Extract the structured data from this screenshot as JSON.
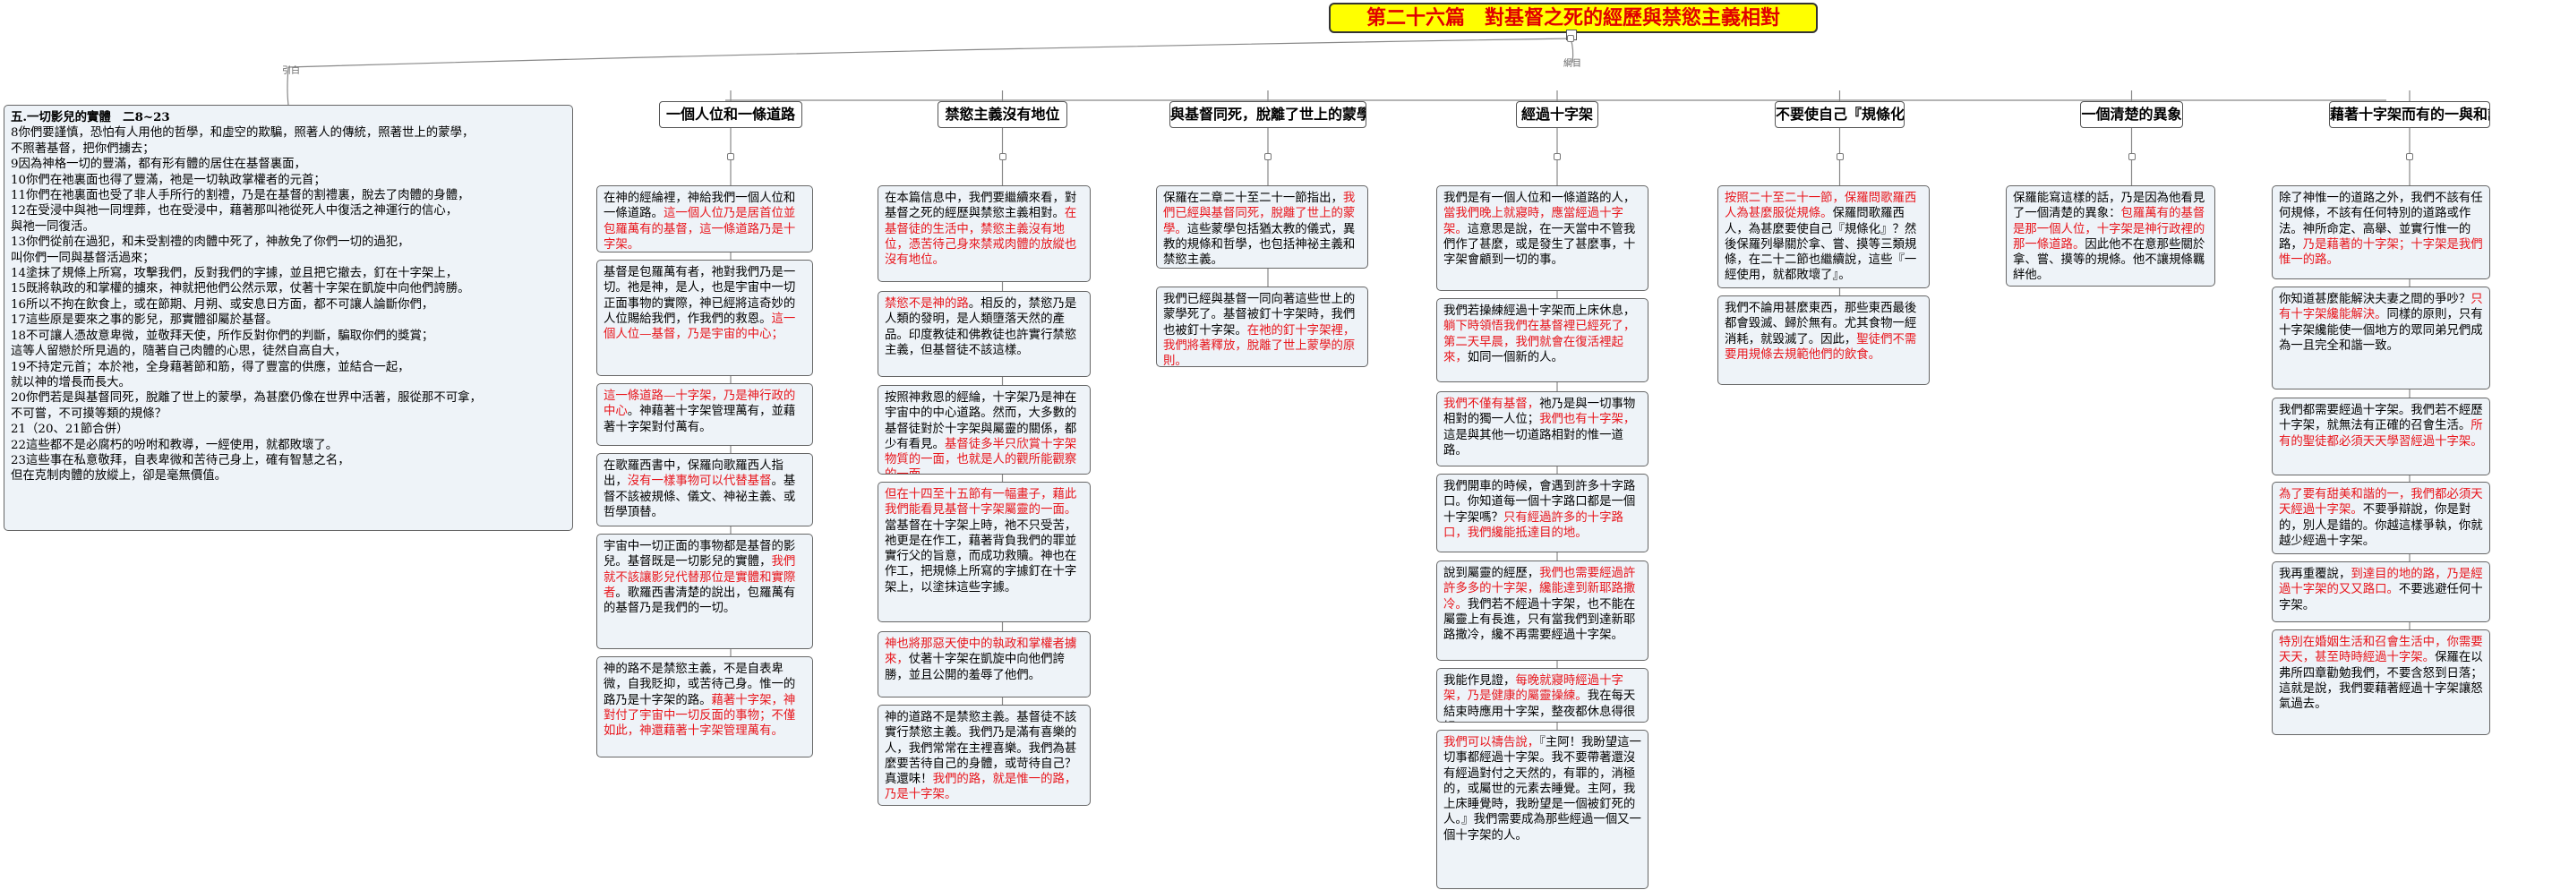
{
  "root": {
    "title": "第二十六篇　對基督之死的經歷與禁慾主義相對"
  },
  "labels": {
    "left": "引白",
    "right": "綱目"
  },
  "intro": {
    "title": "五.一切影兒的實體　二8~23",
    "lines": [
      "8你們要謹慎，恐怕有人用他的哲學，和虛空的欺騙，照著人的傳統，照著世上的蒙學，",
      "不照著基督，把你們擄去；",
      "9因為神格一切的豐滿，都有形有體的居住在基督裏面，",
      "10你們在祂裏面也得了豐滿，祂是一切執政掌權者的元首；",
      "11你們在祂裏面也受了非人手所行的割禮，乃是在基督的割禮裏，脫去了肉體的身體，",
      "12在受浸中與祂一同埋葬，也在受浸中，藉著那叫祂從死人中復活之神運行的信心，",
      "與祂一同復活。",
      "13你們從前在過犯，和未受割禮的肉體中死了，神赦免了你們一切的過犯，",
      "叫你們一同與基督活過來；",
      "14塗抹了規條上所寫，攻擊我們，反對我們的字據，並且把它撤去，釘在十字架上，",
      "15既將執政的和掌權的擄來，神就把他們公然示眾，仗著十字架在凱旋中向他們誇勝。",
      "16所以不拘在飲食上，或在節期、月朔、或安息日方面，都不可讓人論斷你們，",
      "17這些原是要來之事的影兒，那實體卻屬於基督。",
      "18不可讓人憑故意卑微，並敬拜天使，所作反對你們的判斷，騙取你們的獎賞；",
      "這等人留戀於所見過的，隨著自己肉體的心思，徒然自高自大，",
      "19不持定元首；本於祂，全身藉著節和筋，得了豐富的供應，並結合一起，",
      "就以神的增長而長大。",
      "20你們若是與基督同死，脫離了世上的蒙學，為甚麼仍像在世界中活著，服從那不可拿，",
      "不可嘗，不可摸等類的規條？",
      "21（20、21節合併）",
      "22這些都不是必腐朽的吩咐和教導，一經使用，就都敗壞了。",
      "23這些事在私意敬拜，自表卑微和苦待己身上，確有智慧之名，",
      "但在克制肉體的放縱上，卻是毫無價值。"
    ]
  },
  "columns": [
    {
      "header": "一個人位和一條道路",
      "boxes": [
        [
          {
            "t": "在神的經綸裡，神給我們一個人位和一條道路。"
          },
          {
            "t": "這一個人位乃是居首位並包羅萬有的基督，這一條道路乃是十字架。",
            "r": true
          }
        ],
        [
          {
            "t": "基督是包羅萬有者，祂對我們乃是一切。祂是神，是人，也是宇宙中一切正面事物的實際，神已經將這奇妙的人位賜給我們，作我們的救恩。"
          },
          {
            "t": "這一個人位—基督，乃是宇宙的中心；",
            "r": true
          }
        ],
        [
          {
            "t": "這一條道路—十字架，乃是神行政的中心",
            "r": true
          },
          {
            "t": "。神藉著十字架管理萬有，並藉著十字架對付萬有。"
          }
        ],
        [
          {
            "t": "在歌羅西書中，保羅向歌羅西人指出，"
          },
          {
            "t": "沒有一樣事物可以代替基督",
            "r": true
          },
          {
            "t": "。基督不該被規條、儀文、神祕主義、或哲學頂替。"
          }
        ],
        [
          {
            "t": "宇宙中一切正面的事物都是基督的影兒。基督既是一切影兒的實體，"
          },
          {
            "t": "我們就不該讓影兒代替那位是實體和實際者",
            "r": true
          },
          {
            "t": "。歌羅西書清楚的說出，包羅萬有的基督乃是我們的一切。"
          }
        ],
        [
          {
            "t": "神的路不是禁慾主義，不是自表卑微，自我貶抑，或苦待己身。惟一的路乃是十字架的路。"
          },
          {
            "t": "藉著十字架，神對付了宇宙中一切反面的事物；不僅如此，神還藉著十字架管理萬有。",
            "r": true
          }
        ]
      ]
    },
    {
      "header": "禁慾主義沒有地位",
      "boxes": [
        [
          {
            "t": "在本篇信息中，我們要繼續來看，對基督之死的經歷與禁慾主義相對。"
          },
          {
            "t": "在基督徒的生活中，禁慾主義沒有地位，憑苦待己身來禁戒肉體的放縱也沒有地位。",
            "r": true
          }
        ],
        [
          {
            "t": "禁慾不是神的路",
            "r": true
          },
          {
            "t": "。相反的，禁慾乃是人類的發明，是人類墮落天然的產品。印度教徒和佛教徒也許實行禁慾主義，但基督徒不該這樣。"
          }
        ],
        [
          {
            "t": "按照神救恩的經綸，十字架乃是神在宇宙中的中心道路。然而，大多數的基督徒對於十字架與屬靈的關係，都少有看見。"
          },
          {
            "t": "基督徒多半只欣賞十字架物質的一面，也就是人的觀所能觀察的一面。",
            "r": true
          }
        ],
        [
          {
            "t": "但在十四至十五節有一幅畫子，藉此我們能看見基督十字架屬靈的一面。",
            "r": true
          },
          {
            "t": "當基督在十字架上時，祂不只受苦，祂更是在作工，藉著背負我們的罪並實行父的旨意，而成功救贖。神也在作工，把規條上所寫的字據釘在十字架上，以塗抹這些字據。"
          }
        ],
        [
          {
            "t": "神也將那惡天使中的執政和掌權者擄來，",
            "r": true
          },
          {
            "t": "仗著十字架在凱旋中向他們誇勝，並且公開的羞辱了他們。"
          }
        ],
        [
          {
            "t": "神的道路不是禁慾主義。基督徒不該實行禁慾主義。我們乃是滿有喜樂的人，我們常常在主裡喜樂。我們為甚麼要苦待自己的身體，或苛待自己？真還味！"
          },
          {
            "t": "我們的路，就是惟一的路，乃是十字架。",
            "r": true
          }
        ]
      ]
    },
    {
      "header": "與基督同死，脫離了世上的蒙學",
      "boxes": [
        [
          {
            "t": "保羅在二章二十至二十一節指出，"
          },
          {
            "t": "我們已經與基督同死，脫離了世上的蒙學。",
            "r": true
          },
          {
            "t": "這些蒙學包括猶太教的儀式，異教的規條和哲學，也包括神祕主義和禁慾主義。"
          }
        ],
        [
          {
            "t": "我們已經與基督一同向著這些世上的蒙學死了。基督被釘十字架時，我們也被釘十字架。"
          },
          {
            "t": "在祂的釘十字架裡，我們將著釋放，脫離了世上蒙學的原則。",
            "r": true
          }
        ]
      ]
    },
    {
      "header": "經過十字架",
      "boxes": [
        [
          {
            "t": "我們是有一個人位和一條道路的人，"
          },
          {
            "t": "當我們晚上就寢時，應當經過十字架。",
            "r": true
          },
          {
            "t": "這意思是說，在一天當中不管我們作了甚麼，或是發生了甚麼事，十字架會顧到一切的事。"
          }
        ],
        [
          {
            "t": "我們若操練經過十字架而上床休息，"
          },
          {
            "t": "躺下時領悟我們在基督裡已經死了，第二天早晨，我們就會在復活裡起來，",
            "r": true
          },
          {
            "t": "如同一個新的人。"
          }
        ],
        [
          {
            "t": "我們不僅有基督，",
            "r": true
          },
          {
            "t": "祂乃是與一切事物相對的獨一人位；"
          },
          {
            "t": "我們也有十字架，",
            "r": true
          },
          {
            "t": "這是與其他一切道路相對的惟一道路。"
          }
        ],
        [
          {
            "t": "我們開車的時候，會遇到許多十字路口。你知道每一個十字路口都是一個十字架嗎？"
          },
          {
            "t": "只有經過許多的十字路口，我們纔能抵達目的地。",
            "r": true
          }
        ],
        [
          {
            "t": "說到屬靈的經歷，"
          },
          {
            "t": "我們也需要經過許許多多的十字架，纔能達到新耶路撒冷。",
            "r": true
          },
          {
            "t": "我們若不經過十字架，也不能在屬靈上有長進，只有當我們到達新耶路撒冷，纔不再需要經過十字架。"
          }
        ],
        [
          {
            "t": "我能作見證，"
          },
          {
            "t": "每晚就寢時經過十字架，乃是健康的屬靈操練。",
            "r": true
          },
          {
            "t": "我在每天結束時應用十字架，整夜都休息得很好。"
          }
        ],
        [
          {
            "t": "我們可以禱告說，",
            "r": true
          },
          {
            "t": "『主阿！我盼望這一切事都經過十字架。我不要帶著還沒有經過對付之天然的，有罪的，消極的，或屬世的元素去睡覺。主阿，我上床睡覺時，我盼望是一個被釘死的人。』我們需要成為那些經過一個又一個十字架的人。"
          }
        ]
      ]
    },
    {
      "header": "不要使自己『規條化』",
      "boxes": [
        [
          {
            "t": "按照二十至二十一節，保羅問歌羅西人為甚麼服從規條。",
            "r": true
          },
          {
            "t": "保羅問歌羅西人，為甚麼要使自己『規條化』？然後保羅列舉關於拿、嘗、摸等三類規條，在二十二節也繼續說，這些『一經使用，就都敗壞了』。"
          }
        ],
        [
          {
            "t": "我們不論用甚麼東西，那些東西最後都會毀滅、歸於無有。尤其食物一經消耗，就毀滅了。因此，"
          },
          {
            "t": "聖徒們不需要用規條去規範他們的飲食。",
            "r": true
          }
        ]
      ]
    },
    {
      "header": "一個清楚的異象",
      "boxes": [
        [
          {
            "t": "保羅能寫這樣的話，乃是因為他看見了一個清楚的異象："
          },
          {
            "t": "包羅萬有的基督是那一個人位，十字架是神行政裡的那一條道路。",
            "r": true
          },
          {
            "t": "因此他不在意那些關於拿、嘗、摸等的規條。他不讓規條羈絆他。"
          }
        ]
      ]
    },
    {
      "header": "藉著十字架而有的一與和諧",
      "boxes": [
        [
          {
            "t": "除了神惟一的道路之外，我們不該有任何規條，不該有任何特別的道路或作法。神所命定、高舉、並實行惟一的路，"
          },
          {
            "t": "乃是藉著的十字架；十字架是我們惟一的路。",
            "r": true
          }
        ],
        [
          {
            "t": "你知道甚麼能解決夫妻之間的爭吵？"
          },
          {
            "t": "只有十字架纔能解決。",
            "r": true
          },
          {
            "t": "同樣的原則，只有十字架纔能使一個地方的眾同弟兄們成為一且完全和諧一致。"
          }
        ],
        [
          {
            "t": "我們都需要經過十字架。我們若不經歷十字架，就無法有正確的召會生活。"
          },
          {
            "t": "所有的聖徒都必須天天學習經過十字架。",
            "r": true
          }
        ],
        [
          {
            "t": "為了要有甜美和諧的一，我們都必須天天經過十字架。",
            "r": true
          },
          {
            "t": "不要爭辯說，你是對的，別人是錯的。你越這樣爭執，你就越少經過十字架。"
          }
        ],
        [
          {
            "t": "我再重覆說，"
          },
          {
            "t": "到達目的地的路，乃是經過十字架的又又路口。",
            "r": true
          },
          {
            "t": "不要逃避任何十字架。"
          }
        ],
        [
          {
            "t": "特別在婚姻生活和召會生活中，你需要天天，甚至時時經過十字架。",
            "r": true
          },
          {
            "t": "保羅在以弗所四章勸勉我們，不要含怒到日落；這就是說，我們要藉著經過十字架讓怒氣過去。"
          }
        ]
      ]
    }
  ]
}
